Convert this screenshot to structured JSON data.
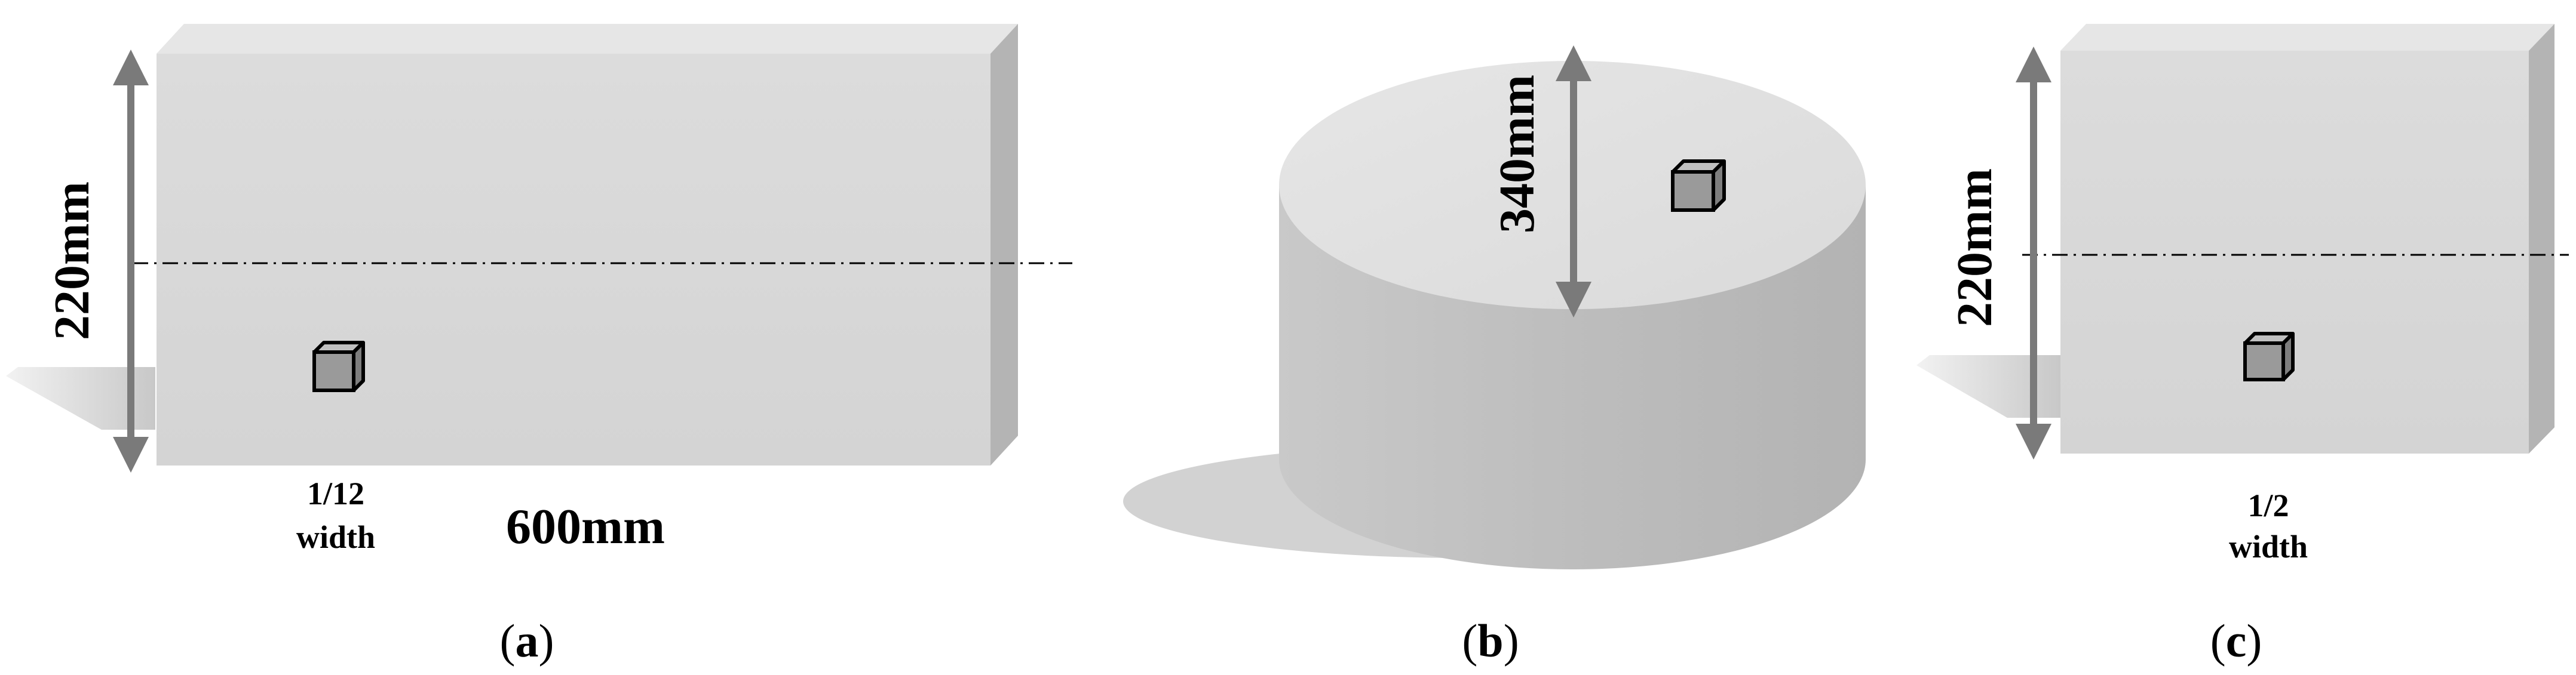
{
  "panels": [
    {
      "id": "a",
      "caption_open": "(",
      "caption_letter": "a",
      "caption_close": ")",
      "height_label": "220mm",
      "width_label": "600mm",
      "position_label_line1": "1/12",
      "position_label_line2": "width"
    },
    {
      "id": "b",
      "caption_open": "(",
      "caption_letter": "b",
      "caption_close": ")",
      "height_label": "340mm"
    },
    {
      "id": "c",
      "caption_open": "(",
      "caption_letter": "c",
      "caption_close": ")",
      "height_label": "220mm",
      "position_label_line1": "1/2",
      "position_label_line2": "width"
    }
  ],
  "colors": {
    "block_front": "#dadada",
    "block_top": "#e8e8e8",
    "block_side": "#b4b4b4",
    "cylinder_top": "#e3e3e3",
    "cylinder_body": "#c4c4c4",
    "shadow": "#cfcfcf",
    "arrow": "#7a7a7a",
    "sensor": "#9a9a9a",
    "dash_line": "#000000"
  }
}
